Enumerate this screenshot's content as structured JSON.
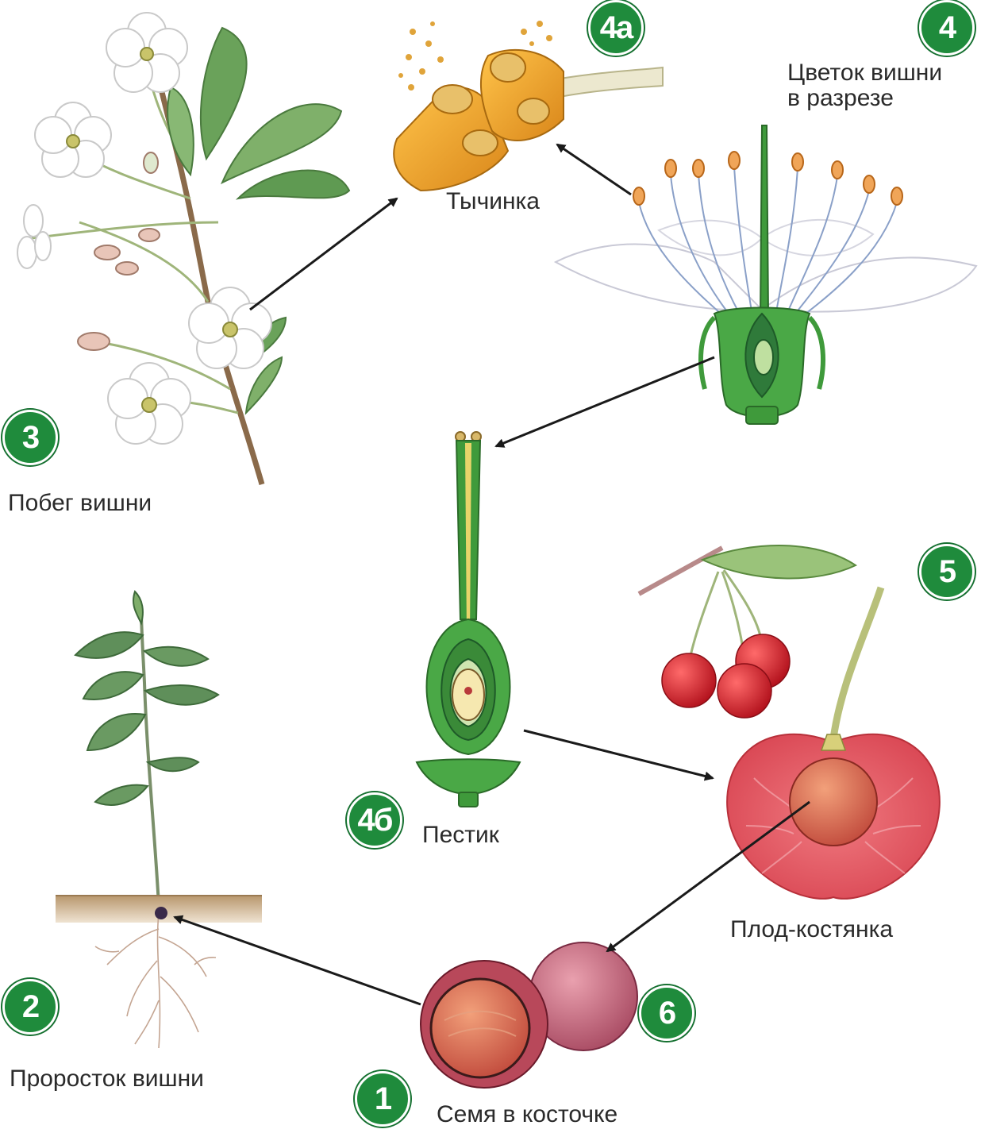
{
  "stages": {
    "s1": {
      "number": "1",
      "label": "Семя в косточке"
    },
    "s2": {
      "number": "2",
      "label": "Проросток вишни"
    },
    "s3": {
      "number": "3",
      "label": "Побег вишни"
    },
    "s4": {
      "number": "4",
      "label": "Цветок вишни\nв разрезе"
    },
    "s4a": {
      "number": "4а",
      "label": "Тычинка"
    },
    "s4b": {
      "number": "4б",
      "label": "Пестик"
    },
    "s5": {
      "number": "5",
      "label": "Плод-костянка"
    },
    "s6": {
      "number": "6"
    }
  },
  "colors": {
    "badge": "#1f8b3c",
    "leaf": "#5f9a52",
    "petal": "#ffffff",
    "pistil": "#3f9a3b",
    "cherry": "#d2222e",
    "pit": "#c2545a",
    "soil": "#c9ab86",
    "anther": "#f0a52a"
  }
}
